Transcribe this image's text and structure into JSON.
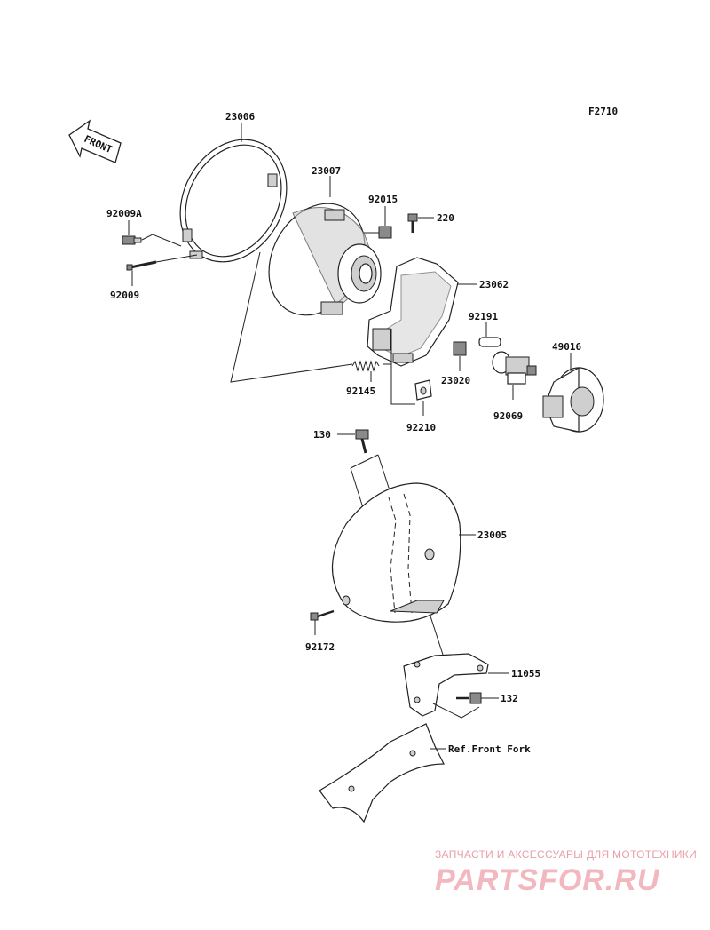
{
  "figure_code": "F2710",
  "front_arrow": "FRONT",
  "reference_note": "Ref.Front Fork",
  "parts": {
    "p23006": "23006",
    "p23007": "23007",
    "p92009A": "92009A",
    "p92009": "92009",
    "p92015": "92015",
    "p220": "220",
    "p23062": "23062",
    "p92191": "92191",
    "p49016": "49016",
    "p92145": "92145",
    "p23020": "23020",
    "p92210": "92210",
    "p92069": "92069",
    "p130": "130",
    "p23005": "23005",
    "p92172": "92172",
    "p11055": "11055",
    "p132": "132"
  },
  "watermark": {
    "caption": "ЗАПЧАСТИ И АКСЕССУАРЫ ДЛЯ МОТОТЕХНИКИ",
    "logo": "PARTSFOR.RU"
  },
  "colors": {
    "line": "#222222",
    "watermark": "#f2b8c0"
  }
}
